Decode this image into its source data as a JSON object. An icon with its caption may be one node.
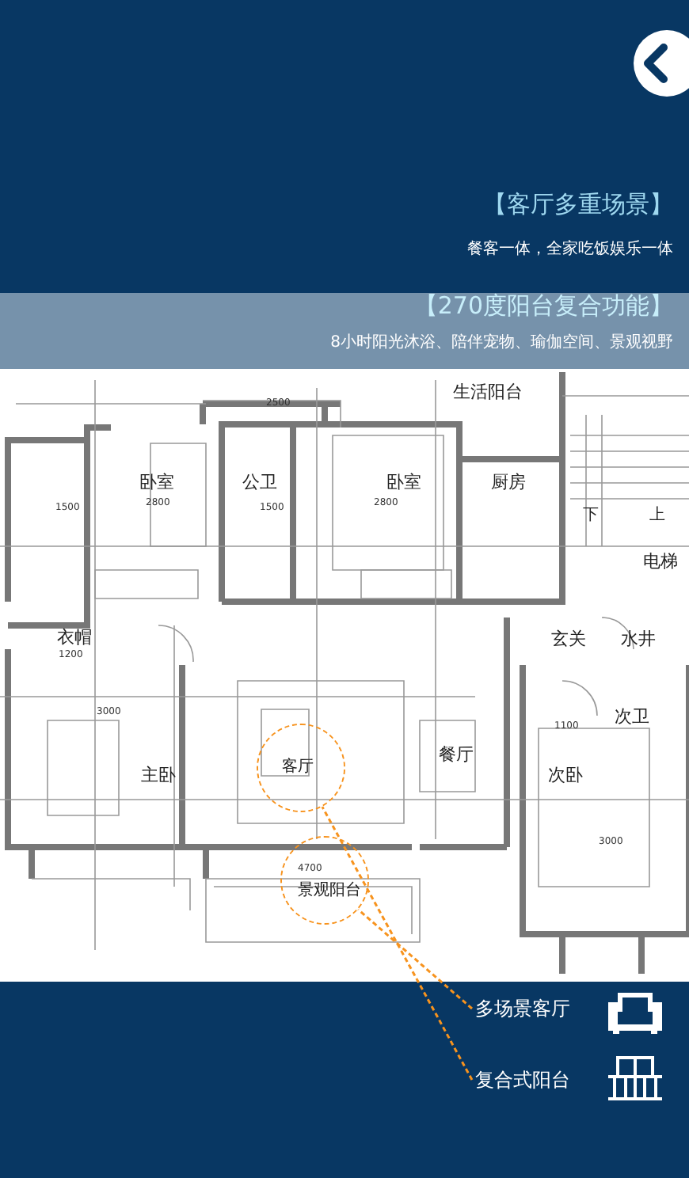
{
  "diagram": {
    "nodes": [
      {
        "text": [
          "多场景客厅"
        ]
      },
      {
        "text": [
          "复合式阳台"
        ]
      },
      {
        "text": [],
        "shape": "circle"
      },
      {
        "text": [],
        "shape": "circle"
      }
    ],
    "edges": [
      {
        "from": 0,
        "to": 3,
        "arrow": "none",
        "style": "dashed"
      },
      {
        "from": 1,
        "to": 2,
        "arrow": "none",
        "style": "dashed"
      }
    ],
    "labels": [
      "【客厅多重场景】",
      "餐客一体，全家吃饭娱乐一体",
      "【270度阳台复合功能】",
      "8小时阳光沐浴、陪伴宠物、瑜伽空间、景观视野",
      "生活阳台",
      "卧室",
      "公卫",
      "卧室",
      "厨房",
      "下",
      "上",
      "电梯",
      "衣帽",
      "玄关",
      "水井",
      "次卫",
      "餐厅",
      "客厅",
      "主卧",
      "次卧",
      "景观阳台",
      "2500",
      "1500",
      "2800",
      "1500",
      "2800",
      "1200",
      "3000",
      "1100",
      "3000",
      "4700"
    ]
  }
}
